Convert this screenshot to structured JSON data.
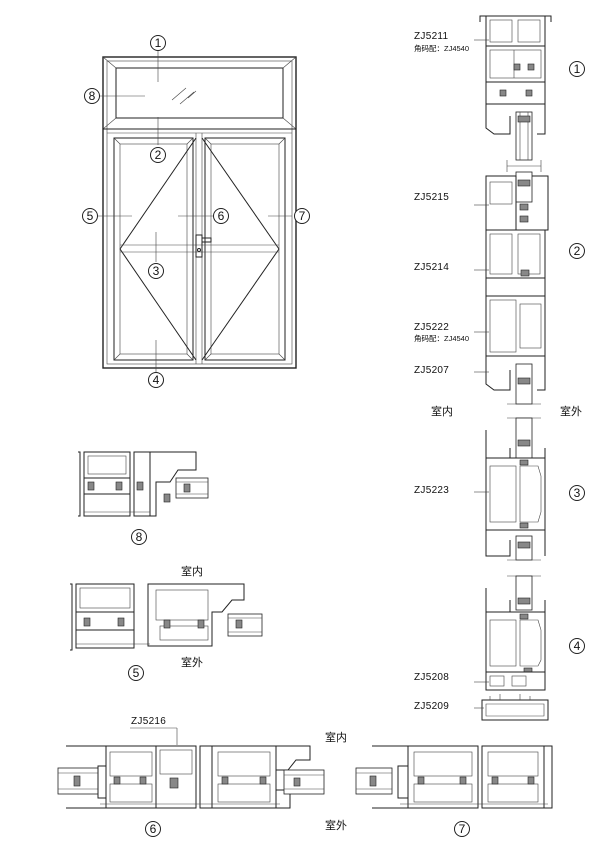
{
  "callouts": [
    "1",
    "2",
    "3",
    "4",
    "5",
    "6",
    "7",
    "8"
  ],
  "indoor_label": "室内",
  "outdoor_label": "室外",
  "profiles": {
    "zj5211": "ZJ5211",
    "zj5215": "ZJ5215",
    "zj5214": "ZJ5214",
    "zj5222": "ZJ5222",
    "zj5207": "ZJ5207",
    "zj5223": "ZJ5223",
    "zj5208": "ZJ5208",
    "zj5209": "ZJ5209",
    "zj5216": "ZJ5216"
  },
  "corner_code_note_1": "角码配：ZJ4540",
  "corner_code_note_2": "角码配：ZJ4540",
  "colors": {
    "line": "#222222",
    "gasket": "#888888",
    "background": "#ffffff"
  }
}
